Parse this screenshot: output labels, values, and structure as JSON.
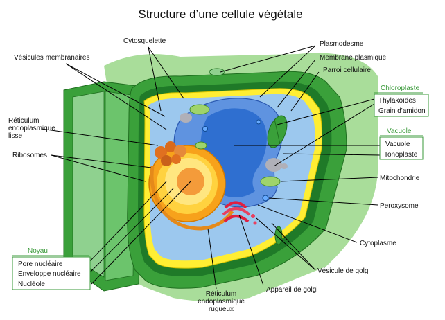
{
  "title": "Structure d’une cellule végétale",
  "colors": {
    "group_heading": "#3a9a3a",
    "wall_dark": "#3aa03a",
    "wall_light": "#8fd18f",
    "cytoplasm": "#9cc8ee",
    "vacuole": "#2f6fd0",
    "membrane_yellow": "#ffee33"
  },
  "labels": {
    "vesicules": "Vésicules membranaires",
    "cytosquelette": "Cytosquelette",
    "plasmodesme": "Plasmodesme",
    "membrane": "Membrane plasmique",
    "paroi": "Parroi cellulaire",
    "re_lisse": [
      "Réticulum",
      "endoplasmique",
      "lisse"
    ],
    "ribosomes": "Ribosomes",
    "mitochondrie": "Mitochondrie",
    "peroxysome": "Peroxysome",
    "cytoplasme": "Cytoplasme",
    "vesicule_golgi": "Vésicule de golgi",
    "appareil_golgi": "Appareil de golgi",
    "re_rugueux": [
      "Réticulum",
      "endoplasmique",
      "rugueux"
    ]
  },
  "groups": {
    "chloroplaste": {
      "heading": "Chloroplaste",
      "items": [
        "Thylakoïdes",
        "Grain d'amidon"
      ]
    },
    "vacuole": {
      "heading": "Vacuole",
      "items": [
        "Vacuole",
        "Tonoplaste"
      ]
    },
    "noyau": {
      "heading": "Noyau",
      "items": [
        "Pore nucléaire",
        "Enveloppe nucléaire",
        "Nucléole"
      ]
    }
  }
}
